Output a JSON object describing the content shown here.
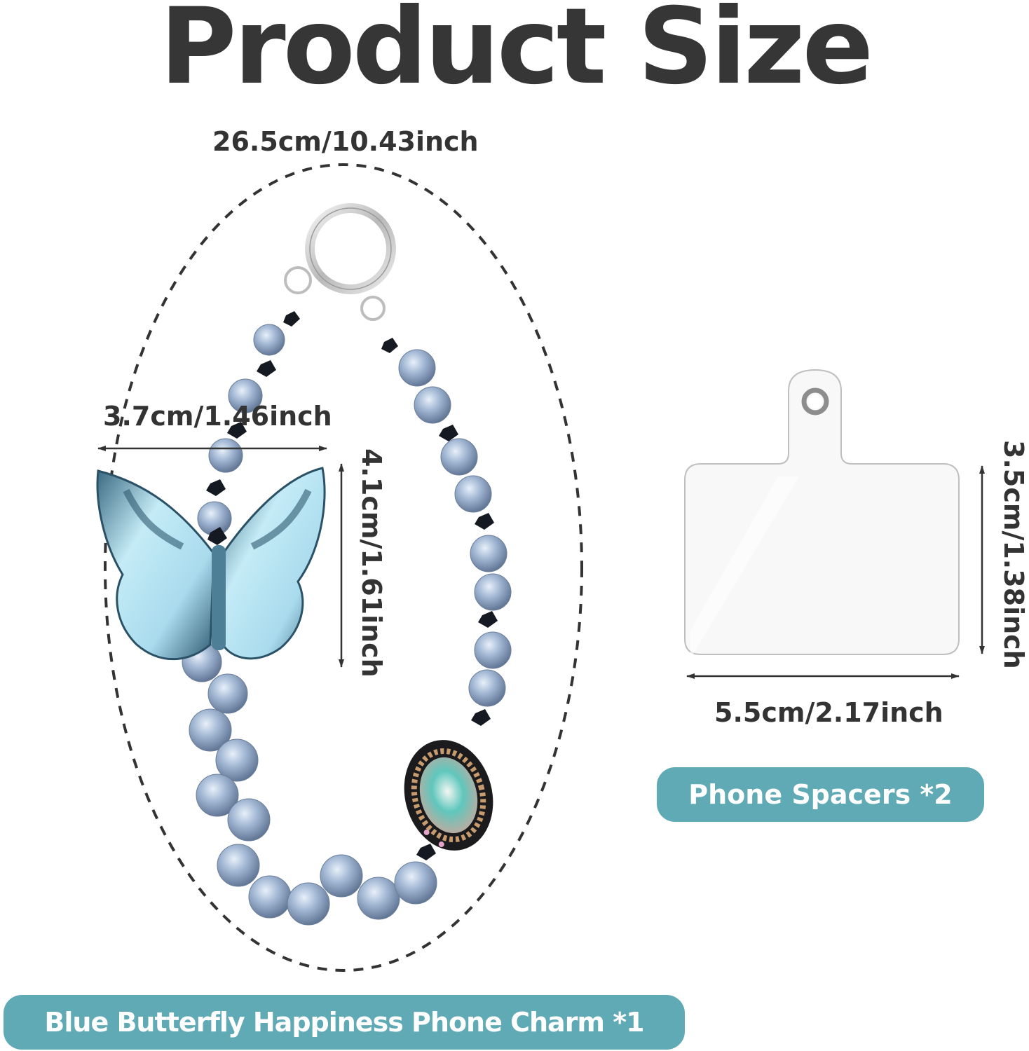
{
  "header": {
    "title": "Product Size"
  },
  "charm": {
    "overall_length": "26.5cm/10.43inch",
    "butterfly_width": "3.7cm/1.46inch",
    "butterfly_height": "4.1cm/1.61inch",
    "label": "Blue Butterfly Happiness Phone Charm *1"
  },
  "spacer": {
    "height": "3.5cm/1.38inch",
    "width": "5.5cm/2.17inch",
    "label": "Phone Spacers *2"
  },
  "colors": {
    "badge_bg": "#5faab5",
    "badge_text": "#ffffff",
    "text_dark": "#333333",
    "bead_blue": "#8ea6c6",
    "bead_black": "#151a22",
    "butterfly_light": "#bfe6f2",
    "butterfly_dark": "#2f5a70"
  },
  "icons": {
    "clasp": "silver-spring-ring-icon",
    "butterfly": "butterfly-pendant-icon",
    "gem": "oval-gem-icon",
    "spacer": "clear-tab-spacer-icon"
  }
}
